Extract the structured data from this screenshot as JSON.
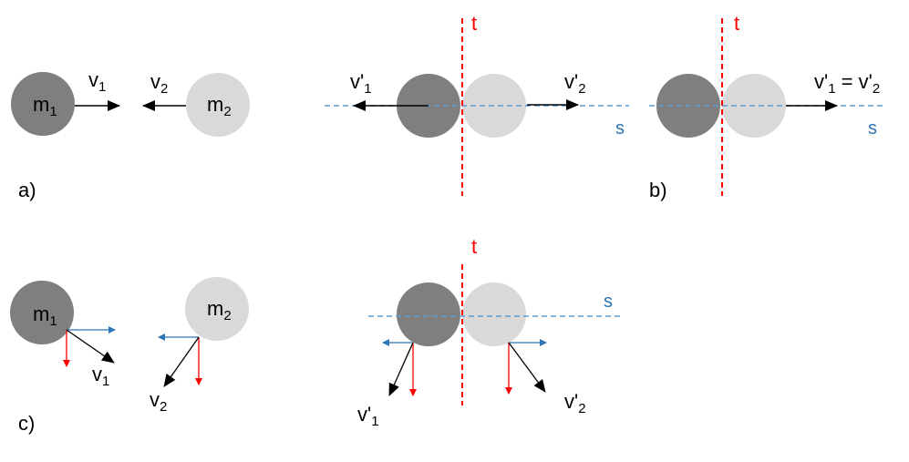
{
  "colors": {
    "dark_ball": "#7f7f7f",
    "light_ball": "#d9d9d9",
    "black_arrow": "#000000",
    "red_line": "#ff0000",
    "blue_line": "#2e75b6"
  },
  "panel_a": {
    "label": "a)",
    "mass1": {
      "base": "m",
      "sub": "1"
    },
    "mass2": {
      "base": "m",
      "sub": "2"
    },
    "v1": {
      "base": "v",
      "sub": "1"
    },
    "v2": {
      "base": "v",
      "sub": "2"
    }
  },
  "panel_a2": {
    "t_label": "t",
    "s_label": "s",
    "v1p": {
      "base": "v'",
      "sub": "1"
    },
    "v2p": {
      "base": "v'",
      "sub": "2"
    }
  },
  "panel_b": {
    "label": "b)",
    "t_label": "t",
    "s_label": "s",
    "eq": {
      "base1": "v'",
      "sub1": "1",
      "mid": " = v'",
      "sub2": "2"
    }
  },
  "panel_c": {
    "label": "c)",
    "mass1": {
      "base": "m",
      "sub": "1"
    },
    "mass2": {
      "base": "m",
      "sub": "2"
    },
    "v1": {
      "base": "v",
      "sub": "1"
    },
    "v2": {
      "base": "v",
      "sub": "2"
    }
  },
  "panel_c2": {
    "t_label": "t",
    "s_label": "s",
    "v1p": {
      "base": "v'",
      "sub": "1"
    },
    "v2p": {
      "base": "v'",
      "sub": "2"
    }
  }
}
